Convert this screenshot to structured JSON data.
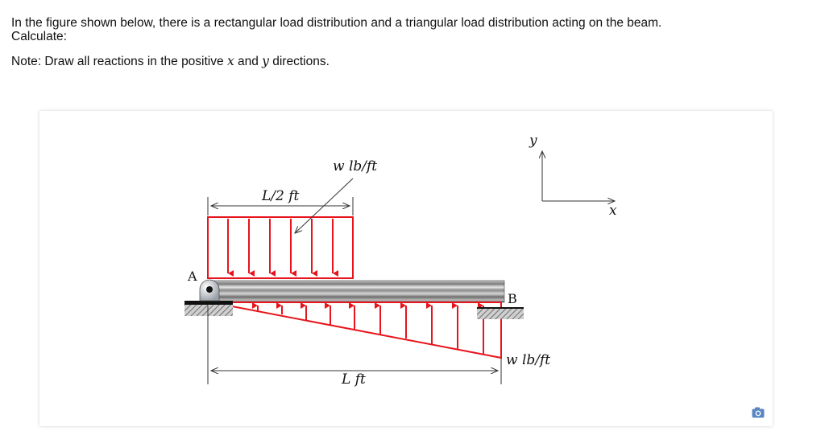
{
  "question": {
    "line1": "In the figure shown below, there is a rectangular load distribution and a triangular load distribution acting on the beam.",
    "line2": "Calculate:",
    "note_prefix": "Note: Draw all reactions in the positive ",
    "note_x": "x",
    "note_and": " and ",
    "note_y": "y",
    "note_suffix": " directions."
  },
  "figure": {
    "label_A": "A",
    "label_B": "B",
    "dim_half": "L/2 ft",
    "dim_full": "L ft",
    "rect_load": "w lb/ft",
    "tri_load": "w lb/ft",
    "axis_y": "y",
    "axis_x": "x",
    "load_color": "#e8141c",
    "camera_icon": "camera-icon"
  }
}
